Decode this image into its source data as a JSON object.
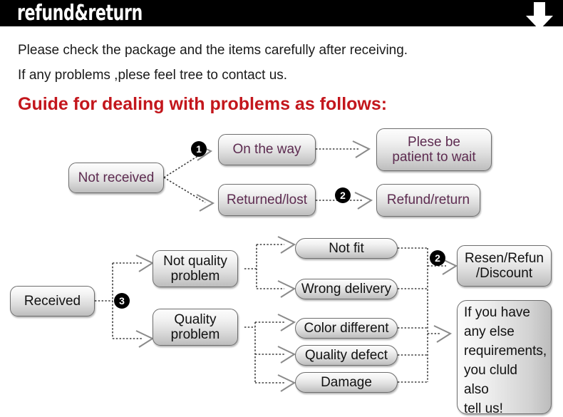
{
  "header": {
    "title": "refund&return",
    "arrow_icon": "arrow-down-icon"
  },
  "intro": {
    "line1": "Please check the package and the items carefully after receiving.",
    "line2": "If any problems ,plese feel tree to contact us.",
    "guide_heading": "Guide for dealing with problems as follows:"
  },
  "colors": {
    "header_background": "#000000",
    "header_text": "#ffffff",
    "guide_heading": "#c3161c",
    "box_text_purple": "#5d2b50",
    "box_text_black": "#111111",
    "badge_background": "#000000",
    "page_background": "#ffffff"
  },
  "flow_not_received": {
    "source": "Not received",
    "badge1": "1",
    "badge2": "2",
    "branch_on_the_way": "On the way",
    "branch_returned_lost": "Returned/lost",
    "result_wait_line1": "Plese be",
    "result_wait_line2": "patient to wait",
    "result_refund": "Refund/return"
  },
  "flow_received": {
    "source": "Received",
    "badge3": "3",
    "badge2": "2",
    "cat_not_quality_line1": "Not quality",
    "cat_not_quality_line2": "problem",
    "cat_quality_line1": "Quality",
    "cat_quality_line2": "problem",
    "issues": [
      "Not fit",
      "Wrong delivery",
      "Color different",
      "Quality defect",
      "Damage"
    ],
    "result_resend_line1": "Resen/Refun",
    "result_resend_line2": "/Discount",
    "note_lines": [
      "If you have",
      "any else",
      "requirements,",
      "you cluld also",
      "tell us!"
    ]
  }
}
